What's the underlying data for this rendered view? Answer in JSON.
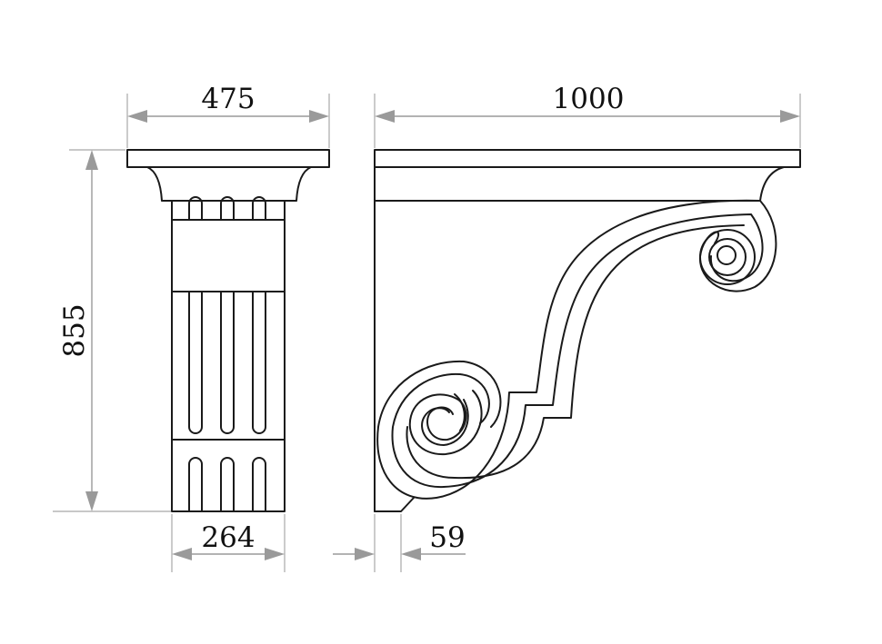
{
  "dimensions": {
    "front_width": "475",
    "side_length": "1000",
    "height": "855",
    "shaft_width": "264",
    "base_offset": "59"
  },
  "colors": {
    "ink": "#1a1a1a",
    "dimension_line": "#9a9a9a",
    "background": "#ffffff"
  }
}
